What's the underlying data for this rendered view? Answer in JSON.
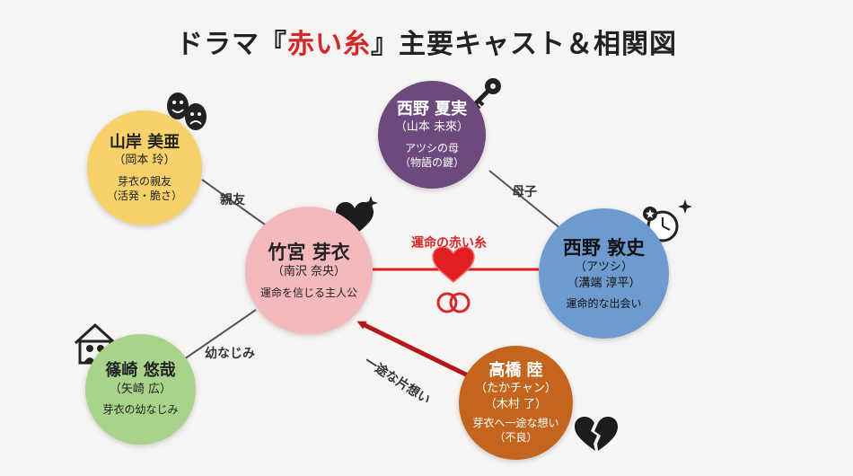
{
  "title": {
    "prefix": "ドラマ『",
    "highlight": "赤い糸",
    "suffix": "』主要キャスト＆相関図"
  },
  "characters": {
    "mei": {
      "name": "竹宮 芽衣",
      "actor": "（南沢 奈央）",
      "role": "運命を信じる主人公",
      "color": "#f4b9bd"
    },
    "atsushi": {
      "name": "西野 敦史",
      "actor": "（アツシ）",
      "actor2": "（溝端 淳平）",
      "role": "運命的な出会い",
      "color": "#6d9bd0"
    },
    "natsumi": {
      "name": "西野 夏実",
      "actor": "（山本 未來）",
      "role": "アツシの母",
      "role2": "（物語の鍵）",
      "color": "#6d4a7d"
    },
    "mia": {
      "name": "山岸 美亜",
      "actor": "（岡本 玲）",
      "role": "芽衣の親友",
      "role2": "（活発・脆さ）",
      "color": "#f7d16a"
    },
    "yuzuru": {
      "name": "篠崎 悠哉",
      "actor": "（矢崎 広）",
      "role": "芽衣の幼なじみ",
      "color": "#a9d38a"
    },
    "riku": {
      "name": "高橋 陸",
      "actor": "（たかチャン）",
      "actor2": "（木村 了）",
      "role": "芽衣へ一途な想い",
      "role2": "（不良）",
      "color": "#c4651f"
    }
  },
  "relations": {
    "fate": "運命の赤い糸",
    "mother_son": "母子",
    "best_friend": "親友",
    "childhood": "幼なじみ",
    "unrequited": "一途な片想い"
  },
  "colors": {
    "red_thread": "#e02020",
    "arrow": "#b51818",
    "line": "#555555"
  },
  "icons": [
    "theater-masks-icon",
    "key-icon",
    "heart-icon",
    "clock-icon",
    "house-icon",
    "broken-heart-icon",
    "rings-icon"
  ]
}
